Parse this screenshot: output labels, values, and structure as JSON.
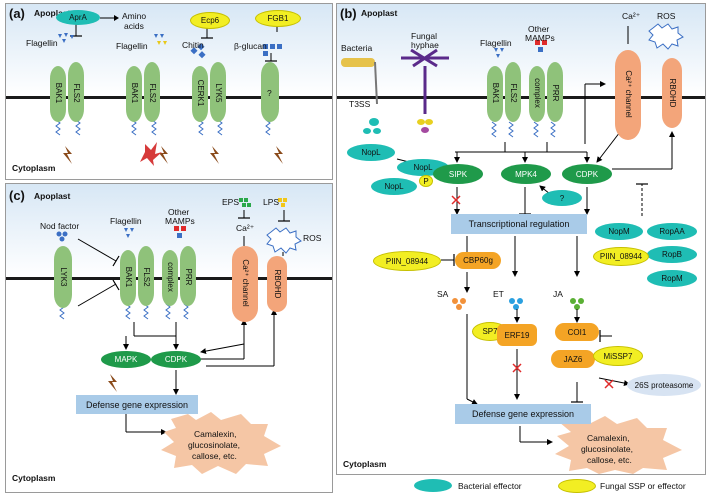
{
  "panels": {
    "a": {
      "label": "(a)",
      "apoplast": "Apoplast",
      "cytoplasm": "Cytoplasm",
      "aprA": "AprA",
      "amino": "Amino",
      "acids": "acids",
      "flagellin1": "Flagellin",
      "flagellin2": "Flagellin",
      "chitin": "Chitin",
      "ecp6": "Ecp6",
      "fgb1": "FGB1",
      "bglucan": "β-glucan",
      "bak1": "BAK1",
      "fls2": "FLS2",
      "cerk1": "CERK1",
      "lyk5": "LYK5",
      "unknown": "?"
    },
    "b": {
      "label": "(b)",
      "apoplast": "Apoplast",
      "cytoplasm": "Cytoplasm",
      "bacteria": "Bacteria",
      "fungal": "Fungal",
      "hyphae": "hyphae",
      "t3ss": "T3SS",
      "flagellin": "Flagellin",
      "other": "Other",
      "mamps": "MAMPs",
      "ca": "Ca²⁺",
      "ros": "ROS",
      "bak1": "BAK1",
      "fls2": "FLS2",
      "prr": "PRR",
      "complex": "complex",
      "cachannel": "Ca²⁺ channel",
      "rbohd": "RBOHD",
      "nopl": "NopL",
      "p": "P",
      "sipk": "SIPK",
      "mpk4": "MPK4",
      "cdpk": "CDPK",
      "q": "?",
      "transcription": "Transcriptional regulation",
      "nopm": "NopM",
      "ropaa": "RopAA",
      "ropb": "RopB",
      "ropm": "RopM",
      "piin1": "PIIN_08944",
      "piin2": "PIIN_08944",
      "cbp60g": "CBP60g",
      "sa": "SA",
      "et": "ET",
      "ja": "JA",
      "sp7": "SP7",
      "erf19": "ERF19",
      "coi1": "COI1",
      "jaz6": "JAZ6",
      "missp7": "MiSSP7",
      "proteasome": "26S proteasome",
      "defense": "Defense gene expression",
      "out1": "Camalexin,",
      "out2": "glucosinolate,",
      "out3": "callose, etc."
    },
    "c": {
      "label": "(c)",
      "apoplast": "Apoplast",
      "cytoplasm": "Cytoplasm",
      "nod": "Nod factor",
      "flagellin": "Flagellin",
      "other": "Other",
      "mamps": "MAMPs",
      "eps": "EPS",
      "lps": "LPS",
      "ca": "Ca²⁺",
      "ros": "ROS",
      "lyk3": "LYK3",
      "bak1": "BAK1",
      "fls2": "FLS2",
      "prr": "PRR",
      "complex": "complex",
      "cachannel": "Ca²⁺ channel",
      "rbohd": "RBOHD",
      "mapk": "MAPK",
      "cdpk": "CDPK",
      "defense": "Defense gene expression",
      "out1": "Camalexin,",
      "out2": "glucosinolate,",
      "out3": "callose, etc."
    }
  },
  "legend": {
    "bacterial": "Bacterial effector",
    "fungal": "Fungal SSP or effector"
  },
  "colors": {
    "receptor": "#8fc27a",
    "channel": "#f3a57a",
    "bacterial_effector": "#1fbdb4",
    "fungal_effector": "#f2ee23",
    "kinase": "#1f9a4a",
    "box": "#a9cbe8",
    "burst": "#f5c6a5"
  }
}
